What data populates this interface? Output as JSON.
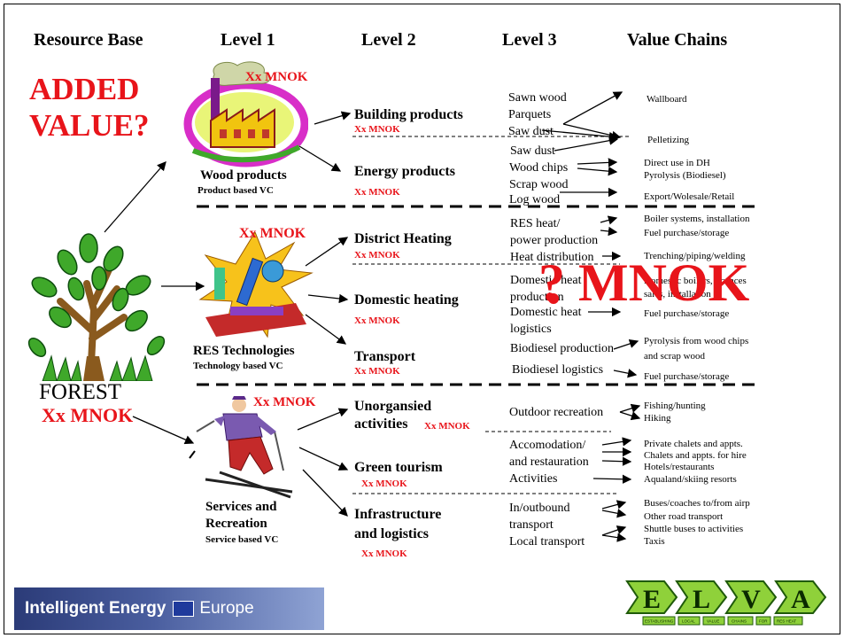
{
  "headers": {
    "resource_base": "Resource Base",
    "level1": "Level 1",
    "level2": "Level 2",
    "level3": "Level 3",
    "value_chains": "Value Chains"
  },
  "added_value": {
    "line1": "ADDED",
    "line2": "VALUE?"
  },
  "forest": {
    "label": "FOREST",
    "mnok": "Xx MNOK"
  },
  "big_mnok": "? MNOK",
  "level1": {
    "wood": {
      "title": "Wood products",
      "subtitle": "Product based VC",
      "mnok": "Xx MNOK"
    },
    "res": {
      "title": "RES Technologies",
      "subtitle": "Technology based VC",
      "mnok": "Xx MNOK"
    },
    "services": {
      "title_line1": "Services and",
      "title_line2": "Recreation",
      "subtitle": "Service based VC",
      "mnok": "Xx MNOK"
    }
  },
  "level2": {
    "building": {
      "title": "Building products",
      "mnok": "Xx MNOK"
    },
    "energy": {
      "title": "Energy products",
      "mnok": "Xx MNOK"
    },
    "district": {
      "title": "District Heating",
      "mnok": "Xx MNOK"
    },
    "domestic": {
      "title": "Domestic heating",
      "mnok": "Xx MNOK"
    },
    "transport": {
      "title": "Transport",
      "mnok": "Xx MNOK"
    },
    "unorganised": {
      "line1": "Unorgansied",
      "line2": "activities",
      "mnok": "Xx MNOK"
    },
    "green": {
      "title": "Green tourism",
      "mnok": "Xx MNOK"
    },
    "infra": {
      "line1": "Infrastructure",
      "line2": "and logistics",
      "mnok": "Xx MNOK"
    }
  },
  "level3": {
    "sawn_wood": "Sawn wood",
    "parquets": "Parquets",
    "saw_dust_1": "Saw dust",
    "saw_dust_2": "Saw dust",
    "wood_chips": "Wood chips",
    "scrap_wood": "Scrap wood",
    "log_wood": "Log wood",
    "res_heat": "RES heat/",
    "power_production": "power production",
    "heat_distribution": "Heat distribution",
    "domestic_heat_prod_1": "Domestic heat",
    "domestic_heat_prod_2": "production",
    "domestic_heat_log_1": "Domestic heat",
    "domestic_heat_log_2": "logistics",
    "biodiesel_production": "Biodiesel production",
    "biodiesel_logistics": "Biodiesel logistics",
    "outdoor_recreation": "Outdoor recreation",
    "accomodation_1": "Accomodation/",
    "accomodation_2": "and restauration",
    "activities": "Activities",
    "inoutbound_1": "In/outbound",
    "inoutbound_2": "transport",
    "local_transport": "Local transport"
  },
  "value_chains": {
    "wallboard": "Wallboard",
    "pelletizing": "Pelletizing",
    "direct_use": "Direct use in DH",
    "pyrolysis_bio": "Pyrolysis (Biodiesel)",
    "export": "Export/Wolesale/Retail",
    "boiler_systems": "Boiler systems, installation",
    "fuel_purchase_1": "Fuel purchase/storage",
    "trenching": "Trenching/piping/welding",
    "domestic_boilers_1": "Domestic boilers, licences",
    "domestic_boilers_2": "sales, installation",
    "fuel_purchase_2": "Fuel purchase/storage",
    "pyrolysis_chips_1": "Pyrolysis from wood chips",
    "pyrolysis_chips_2": "and scrap wood",
    "fuel_purchase_3": "Fuel purchase/storage",
    "fishing": "Fishing/hunting",
    "hiking": "Hiking",
    "private_chalets": "Private chalets and appts.",
    "chalets_hire": "Chalets and appts. for hire",
    "hotels": "Hotels/restaurants",
    "aqualand": "Aqualand/skiing resorts",
    "buses": "Buses/coaches to/from airp",
    "other_road": "Other road transport",
    "shuttle": "Shuttle buses to activities",
    "taxis": "Taxis"
  },
  "logos": {
    "intelligent_energy": "Intelligent Energy",
    "europe": "Europe",
    "elva_letters": [
      "E",
      "L",
      "V",
      "A"
    ],
    "elva_tagline": [
      "ESTABLISHING",
      "LOCAL",
      "VALUE",
      "CHAINS",
      "FOR",
      "RES HEAT"
    ]
  },
  "colors": {
    "accent_red": "#e8141a",
    "elva_green": "#8fd13a",
    "ie_blue": "#2b3b78"
  }
}
